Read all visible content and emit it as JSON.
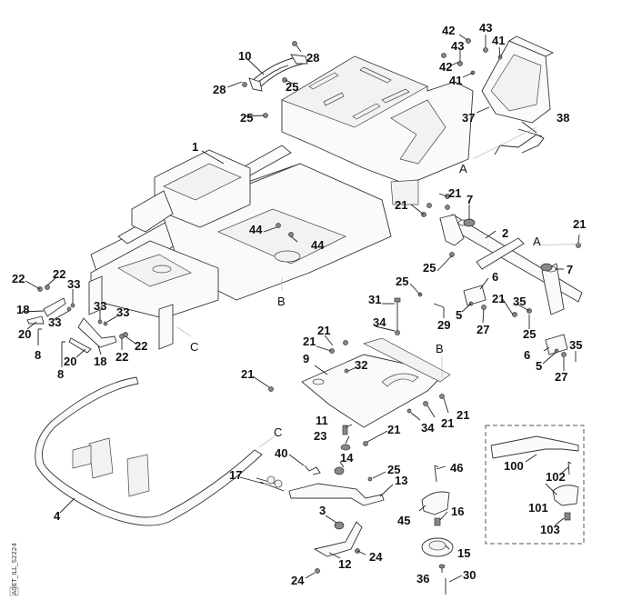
{
  "diagram": {
    "type": "exploded-parts-diagram",
    "drawing_code": "ET_ILL_S2224",
    "revision": "A0",
    "reference_letters": [
      "A",
      "B",
      "C"
    ],
    "callouts": [
      {
        "id": "c10",
        "label": "10"
      },
      {
        "id": "c28a",
        "label": "28"
      },
      {
        "id": "c28b",
        "label": "28"
      },
      {
        "id": "c25a",
        "label": "25"
      },
      {
        "id": "c25b",
        "label": "25"
      },
      {
        "id": "c42a",
        "label": "42"
      },
      {
        "id": "c42b",
        "label": "42"
      },
      {
        "id": "c43a",
        "label": "43"
      },
      {
        "id": "c43b",
        "label": "43"
      },
      {
        "id": "c41a",
        "label": "41"
      },
      {
        "id": "c41b",
        "label": "41"
      },
      {
        "id": "c37",
        "label": "37"
      },
      {
        "id": "c38",
        "label": "38"
      },
      {
        "id": "c1",
        "label": "1"
      },
      {
        "id": "c44a",
        "label": "44"
      },
      {
        "id": "c44b",
        "label": "44"
      },
      {
        "id": "c21a",
        "label": "21"
      },
      {
        "id": "c21b",
        "label": "21"
      },
      {
        "id": "c7a",
        "label": "7"
      },
      {
        "id": "c2",
        "label": "2"
      },
      {
        "id": "c21c",
        "label": "21"
      },
      {
        "id": "c7b",
        "label": "7"
      },
      {
        "id": "c25c",
        "label": "25"
      },
      {
        "id": "c25d",
        "label": "25"
      },
      {
        "id": "c6a",
        "label": "6"
      },
      {
        "id": "c21d",
        "label": "21"
      },
      {
        "id": "c35a",
        "label": "35"
      },
      {
        "id": "c5a",
        "label": "5"
      },
      {
        "id": "c29",
        "label": "29"
      },
      {
        "id": "c27a",
        "label": "27"
      },
      {
        "id": "c25e",
        "label": "25"
      },
      {
        "id": "c6b",
        "label": "6"
      },
      {
        "id": "c5b",
        "label": "5"
      },
      {
        "id": "c27b",
        "label": "27"
      },
      {
        "id": "c35b",
        "label": "35"
      },
      {
        "id": "c31",
        "label": "31"
      },
      {
        "id": "c34a",
        "label": "34"
      },
      {
        "id": "c22a",
        "label": "22"
      },
      {
        "id": "c22b",
        "label": "22"
      },
      {
        "id": "c33a",
        "label": "33"
      },
      {
        "id": "c18a",
        "label": "18"
      },
      {
        "id": "c33b",
        "label": "33"
      },
      {
        "id": "c20a",
        "label": "20"
      },
      {
        "id": "c8a",
        "label": "8"
      },
      {
        "id": "c33c",
        "label": "33"
      },
      {
        "id": "c33d",
        "label": "33"
      },
      {
        "id": "c22c",
        "label": "22"
      },
      {
        "id": "c22d",
        "label": "22"
      },
      {
        "id": "c20b",
        "label": "20"
      },
      {
        "id": "c18b",
        "label": "18"
      },
      {
        "id": "c8b",
        "label": "8"
      },
      {
        "id": "c21e",
        "label": "21"
      },
      {
        "id": "c21f",
        "label": "21"
      },
      {
        "id": "c9",
        "label": "9"
      },
      {
        "id": "c32",
        "label": "32"
      },
      {
        "id": "c21g",
        "label": "21"
      },
      {
        "id": "c21h",
        "label": "21"
      },
      {
        "id": "c21i",
        "label": "21"
      },
      {
        "id": "c34b",
        "label": "34"
      },
      {
        "id": "c21j",
        "label": "21"
      },
      {
        "id": "c11",
        "label": "11"
      },
      {
        "id": "c23",
        "label": "23"
      },
      {
        "id": "c14",
        "label": "14"
      },
      {
        "id": "c40",
        "label": "40"
      },
      {
        "id": "c17",
        "label": "17"
      },
      {
        "id": "c25f",
        "label": "25"
      },
      {
        "id": "c13",
        "label": "13"
      },
      {
        "id": "c46",
        "label": "46"
      },
      {
        "id": "c45",
        "label": "45"
      },
      {
        "id": "c16",
        "label": "16"
      },
      {
        "id": "c3",
        "label": "3"
      },
      {
        "id": "c15",
        "label": "15"
      },
      {
        "id": "c12",
        "label": "12"
      },
      {
        "id": "c24a",
        "label": "24"
      },
      {
        "id": "c24b",
        "label": "24"
      },
      {
        "id": "c36",
        "label": "36"
      },
      {
        "id": "c30",
        "label": "30"
      },
      {
        "id": "c4",
        "label": "4"
      },
      {
        "id": "c100",
        "label": "100"
      },
      {
        "id": "c102",
        "label": "102"
      },
      {
        "id": "c101",
        "label": "101"
      },
      {
        "id": "c103",
        "label": "103"
      }
    ],
    "letters": {
      "a1": "A",
      "a2": "A",
      "b1": "B",
      "b2": "B",
      "c1": "C",
      "c2": "C"
    }
  }
}
